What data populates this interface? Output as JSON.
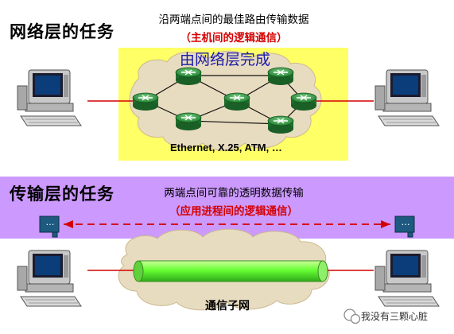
{
  "network_layer": {
    "title": "网络层的任务",
    "description": "沿两端点间的最佳路由传输数据",
    "highlight": "（主机间的逻辑通信）",
    "done_by": "由网络层完成",
    "technologies": "Ethernet, X.25, ATM, …"
  },
  "transport_layer": {
    "title": "传输层的任务",
    "description": "两端点间可靠的透明数据传输",
    "highlight": "（应用进程间的逻辑通信）",
    "process_symbol": "…",
    "subnet_label": "通信子网"
  },
  "watermark": {
    "text": "我没有三颗心脏"
  },
  "colors": {
    "accent_red": "#d40000",
    "highlight_yellow": "#ffff66",
    "band_purple": "#cc99ff",
    "pipe_green": "#66ff33",
    "router_green": "#2e9e3e"
  }
}
